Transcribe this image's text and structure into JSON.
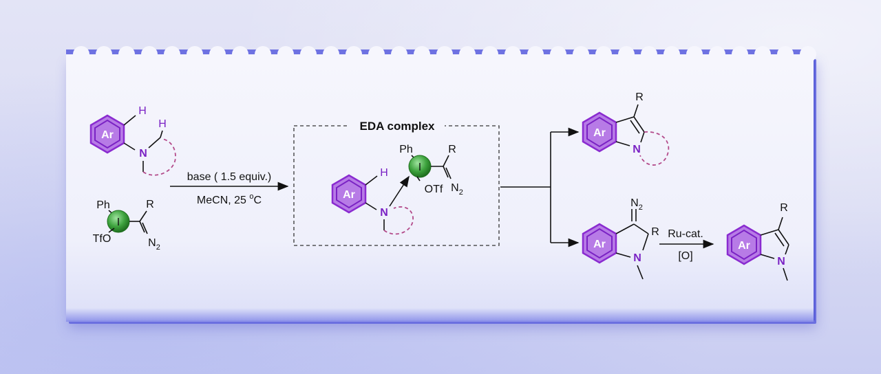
{
  "colors": {
    "ring_fill": "#b77be6",
    "ring_stroke": "#8a2bd0",
    "iodine_fill": "#3da23d",
    "purple_text": "#7a22c4",
    "dashed_ring": "#b34a8a",
    "card_edge": "#5a5fd8"
  },
  "start": {
    "ar": "Ar",
    "h1": "H",
    "h2": "H",
    "n": "N"
  },
  "reagent": {
    "ph": "Ph",
    "i": "I",
    "r": "R",
    "tfo": "TfO",
    "n2": "N",
    "n2_sub": "2"
  },
  "arrow1": {
    "top": "base ( 1.5 equiv.)",
    "bottom_pre": "MeCN, 25 ",
    "bottom_sup": "o",
    "bottom_post": "C"
  },
  "complex": {
    "title": "EDA complex",
    "ar": "Ar",
    "h": "H",
    "n": "N",
    "ph": "Ph",
    "i": "I",
    "r": "R",
    "otf": "OTf",
    "n2": "N",
    "n2_sub": "2"
  },
  "product_top": {
    "ar": "Ar",
    "r": "R",
    "n": "N"
  },
  "product_bottom": {
    "ar": "Ar",
    "n2": "N",
    "n2_sub": "2",
    "r": "R",
    "n": "N"
  },
  "arrow2": {
    "top": "Ru-cat.",
    "bottom": "[O]"
  },
  "product_final": {
    "ar": "Ar",
    "r": "R",
    "n": "N"
  }
}
